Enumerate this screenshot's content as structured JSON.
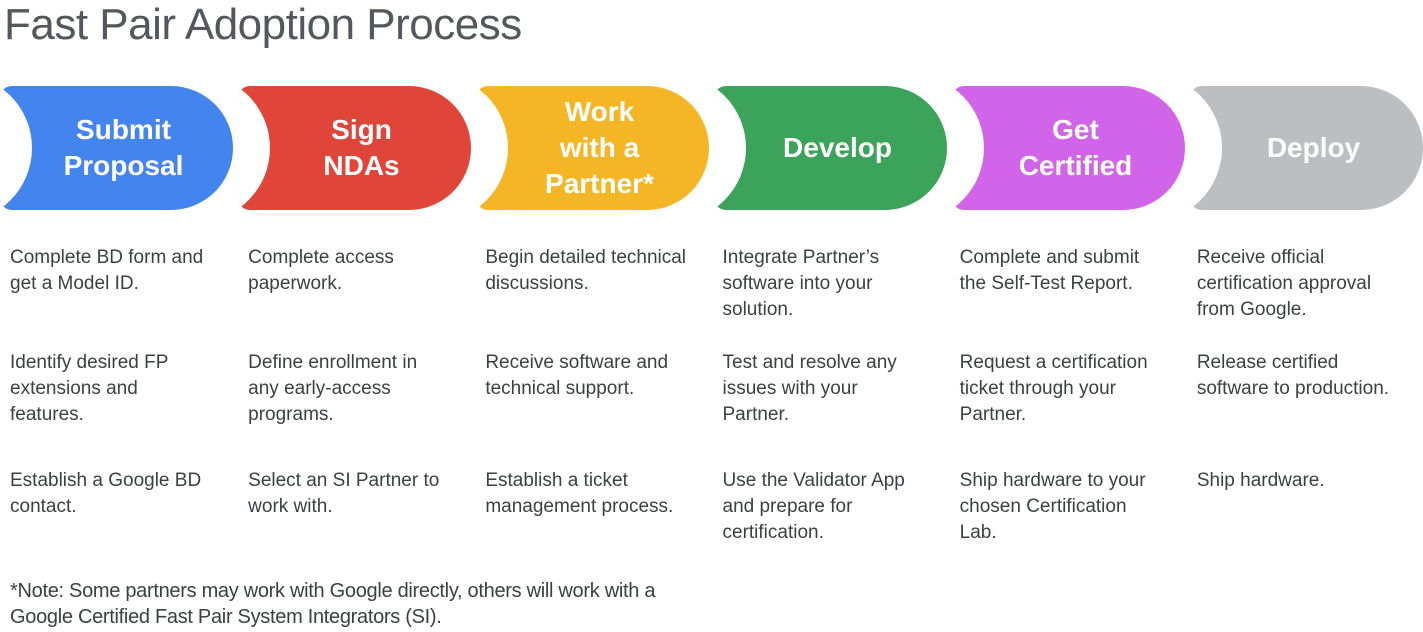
{
  "title": "Fast Pair Adoption Process",
  "colors": {
    "title_text": "#54575b",
    "body_text": "#3c4043",
    "step_label_text": "#ffffff"
  },
  "steps": [
    {
      "label": "Submit\nProposal",
      "color": "#4484ee",
      "items": [
        "Complete BD form and get a Model ID.",
        "Identify desired FP extensions and features.",
        "Establish a Google BD contact."
      ]
    },
    {
      "label": "Sign\nNDAs",
      "color": "#e0453a",
      "items": [
        "Complete access paperwork.",
        "Define enrollment in any early-access programs.",
        "Select an SI Partner to work with."
      ]
    },
    {
      "label": "Work\nwith a\nPartner*",
      "color": "#f5b626",
      "items": [
        "Begin detailed technical discussions.",
        "Receive software and technical support.",
        "Establish a ticket management process."
      ]
    },
    {
      "label": "Develop",
      "color": "#3ba35a",
      "items": [
        "Integrate Partner’s software into your solution.",
        "Test and resolve any issues with your Partner.",
        "Use the Validator App and prepare for certification."
      ]
    },
    {
      "label": "Get\nCertified",
      "color": "#d164e8",
      "items": [
        "Complete and submit the Self-Test Report.",
        "Request a certification ticket through your Partner.",
        "Ship hardware to your chosen Certification Lab."
      ]
    },
    {
      "label": "Deploy",
      "color": "#bcbec2",
      "items": [
        "Receive official certification approval from Google.",
        "Release certified software to production.",
        "Ship hardware."
      ]
    }
  ],
  "footnote": "*Note: Some partners may work with Google directly, others will work with a\nGoogle Certified Fast Pair System Integrators (SI)."
}
